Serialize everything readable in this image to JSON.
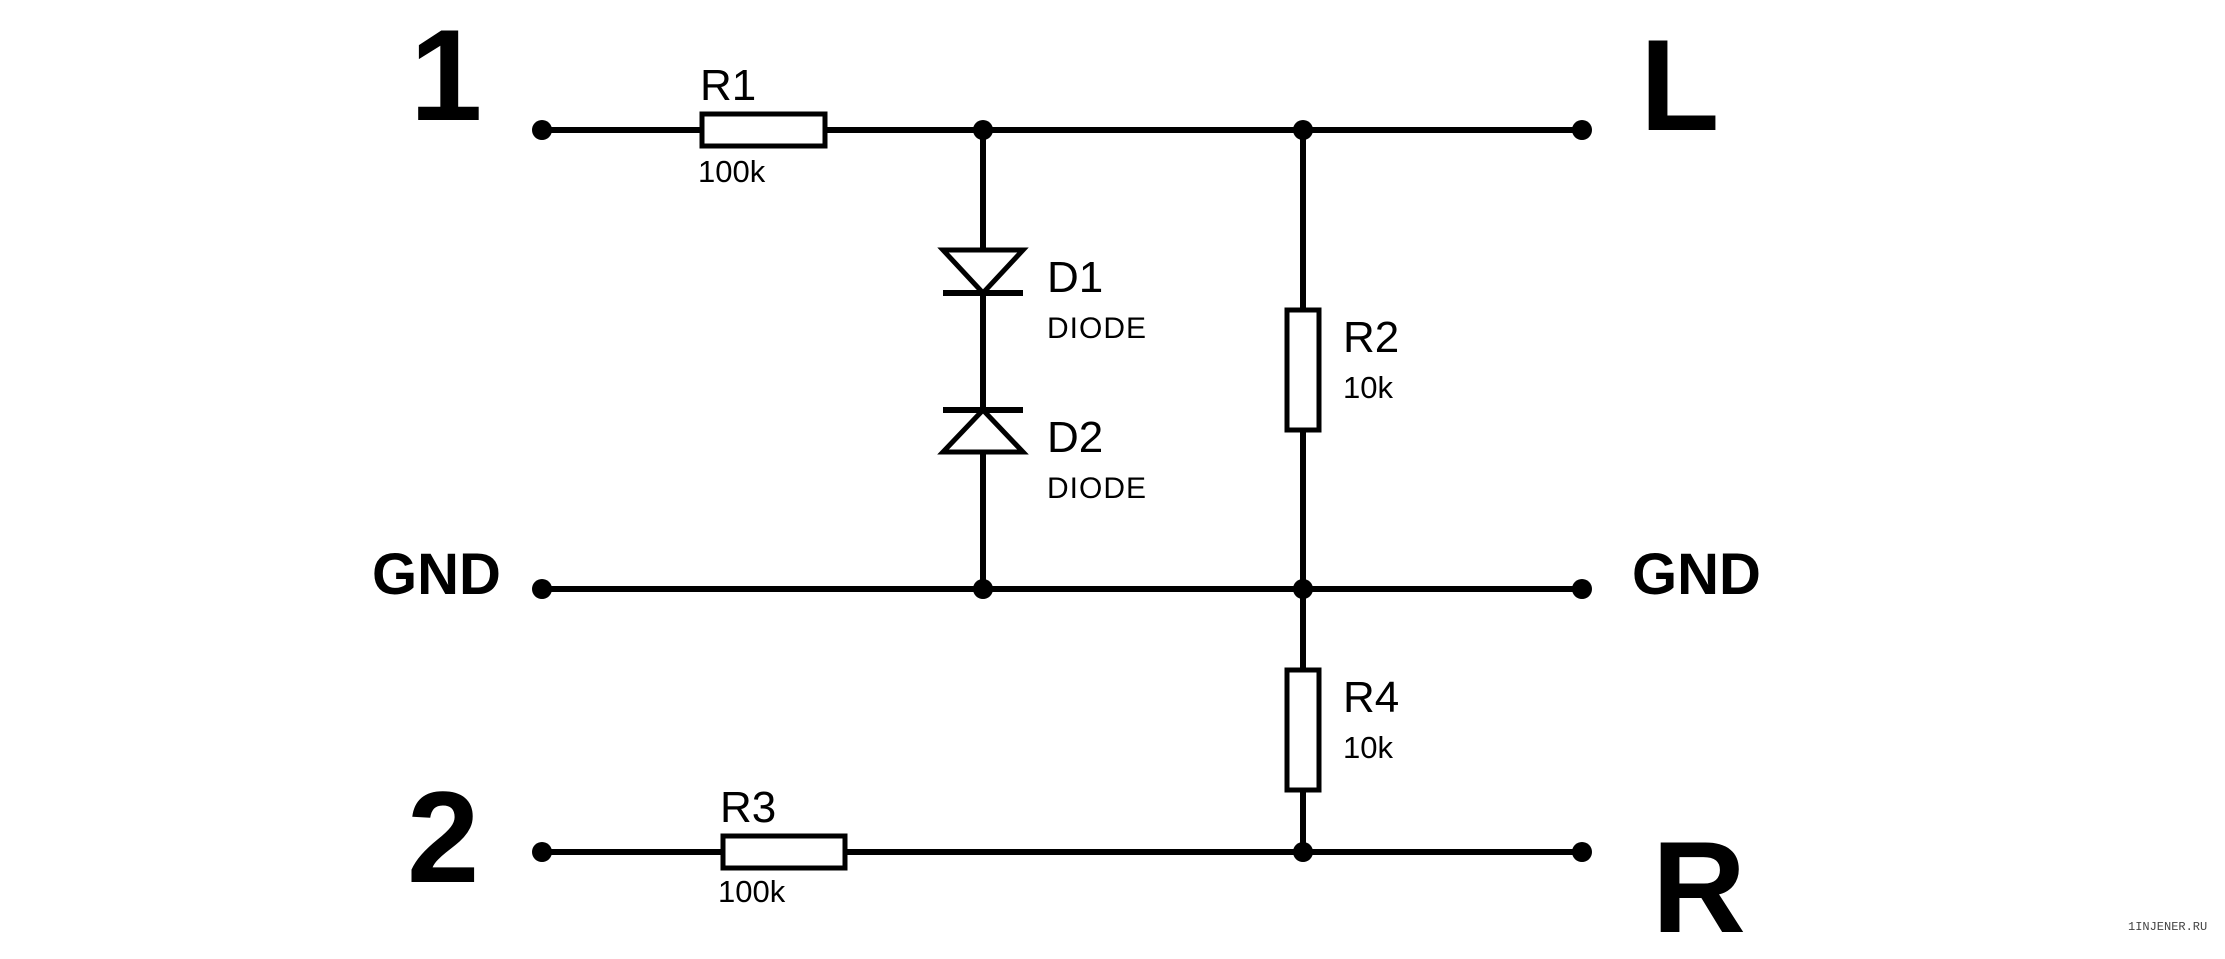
{
  "terminals": {
    "in1": "1",
    "in2": "2",
    "gnd_left": "GND",
    "gnd_right": "GND",
    "out_l": "L",
    "out_r": "R"
  },
  "components": {
    "r1": {
      "ref": "R1",
      "value": "100k"
    },
    "r2": {
      "ref": "R2",
      "value": "10k"
    },
    "r3": {
      "ref": "R3",
      "value": "100k"
    },
    "r4": {
      "ref": "R4",
      "value": "10k"
    },
    "d1": {
      "ref": "D1",
      "type": "DIODE"
    },
    "d2": {
      "ref": "D2",
      "type": "DIODE"
    }
  },
  "watermark": "1INJENER.RU"
}
